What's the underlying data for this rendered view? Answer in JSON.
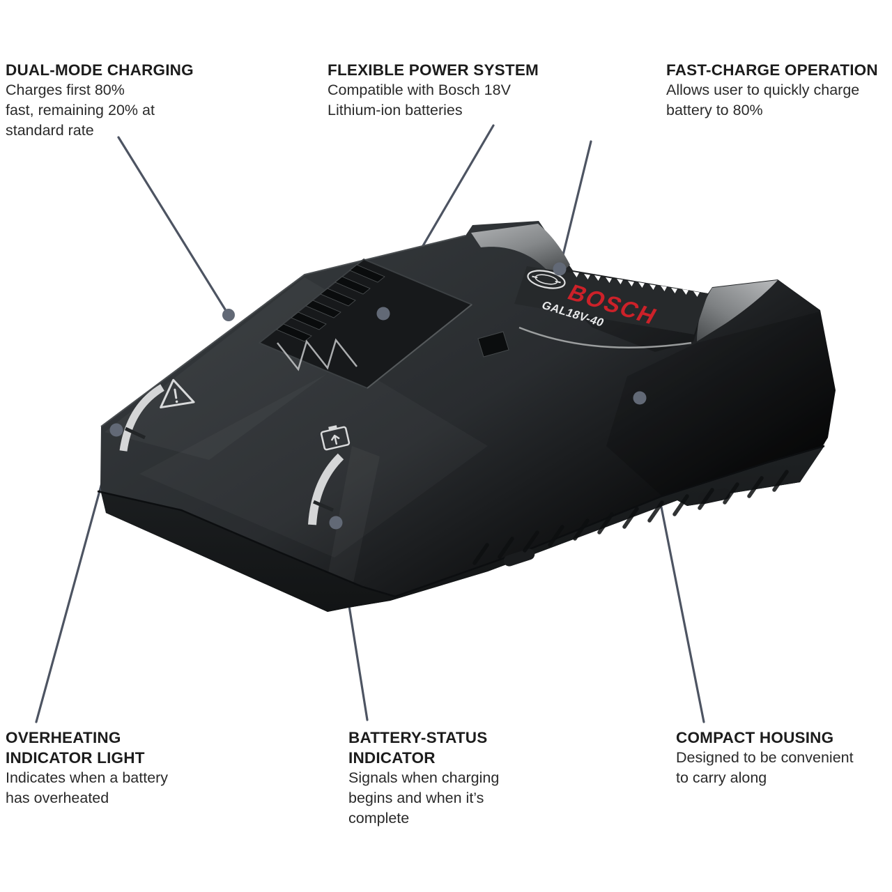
{
  "product": {
    "brand": "BOSCH",
    "model": "GAL18V-40"
  },
  "callouts": {
    "dual_mode": {
      "title_lines": [
        "DUAL-MODE CHARGING"
      ],
      "body_lines": [
        "Charges first 80%",
        "fast, remaining 20% at",
        "standard rate"
      ]
    },
    "flexible_power": {
      "title_lines": [
        "FLEXIBLE POWER SYSTEM"
      ],
      "body_lines": [
        "Compatible with Bosch 18V",
        "Lithium-ion batteries"
      ]
    },
    "fast_charge": {
      "title_lines": [
        "FAST-CHARGE OPERATION"
      ],
      "body_lines": [
        "Allows user to quickly charge",
        "battery to 80%"
      ]
    },
    "overheating": {
      "title_lines": [
        "OVERHEATING",
        "INDICATOR LIGHT"
      ],
      "body_lines": [
        "Indicates when a battery",
        "has overheated"
      ]
    },
    "battery_status": {
      "title_lines": [
        "BATTERY-STATUS",
        "INDICATOR"
      ],
      "body_lines": [
        "Signals when charging",
        "begins and when it’s",
        "complete"
      ]
    },
    "compact": {
      "title_lines": [
        "COMPACT HOUSING"
      ],
      "body_lines": [
        "Designed to be convenient",
        "to carry along"
      ]
    }
  },
  "icons": {
    "warning_triangle": "overheating warning triangle",
    "battery": "battery charge status symbol",
    "bosch_emblem": "bosch armature roundel"
  },
  "colors": {
    "background": "#ffffff",
    "leader_line": "#4d5462",
    "body_dark": "#26292b",
    "base_dark": "#17191b",
    "accent_red": "#cc2129",
    "metal_gray": "#a9abad",
    "led_strip": "#d5d6d7",
    "heading_text": "#1c1c1c",
    "body_text": "#2a2a2a"
  }
}
